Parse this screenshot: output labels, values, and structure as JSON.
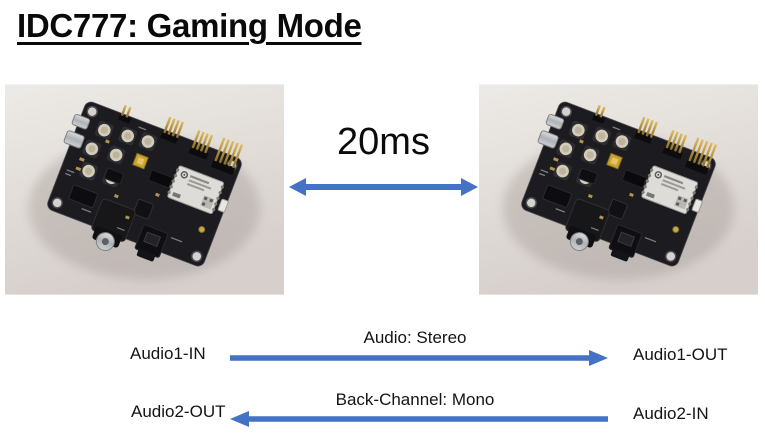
{
  "slide": {
    "title": "IDC777: Gaming Mode",
    "latency_label": "20ms"
  },
  "audio_flows": [
    {
      "left_label": "Audio1-IN",
      "channel_label": "Audio: Stereo",
      "right_label": "Audio1-OUT",
      "direction": "left-to-right"
    },
    {
      "left_label": "Audio2-OUT",
      "channel_label": "Back-Channel: Mono",
      "right_label": "Audio2-IN",
      "direction": "right-to-left"
    }
  ],
  "icons": {
    "latency_arrow": "double-headed-horizontal-arrow",
    "flow_arrow_right": "arrow-right",
    "flow_arrow_left": "arrow-left"
  },
  "images": {
    "left_board": "pcb-dev-board-photo",
    "right_board": "pcb-dev-board-photo"
  },
  "colors": {
    "accent_blue": "#4472C4",
    "text": "#000000",
    "background": "#FFFFFF"
  }
}
